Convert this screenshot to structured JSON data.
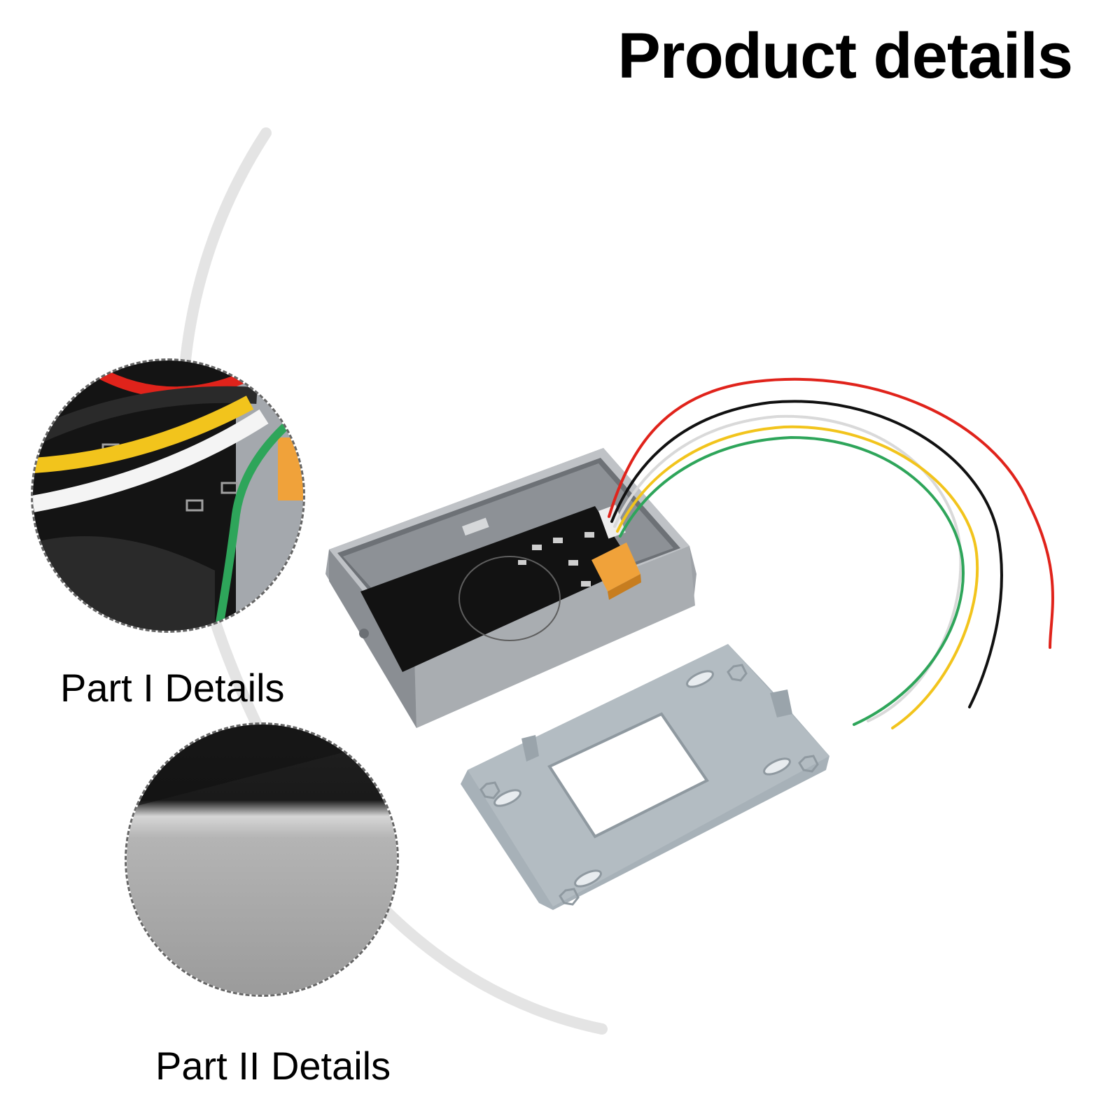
{
  "page": {
    "title": "Product details",
    "captions": {
      "part1": "Part I Details",
      "part2": "Part II Details"
    }
  },
  "colors": {
    "housing": "#a6aaae",
    "housing_dark": "#8c9095",
    "bracket": "#a7b1b8",
    "pcb": "#111111",
    "relay": "#f0a23a",
    "wire_red": "#e0231b",
    "wire_black": "#111111",
    "wire_yellow": "#f2c41c",
    "wire_white": "#f4f4f4",
    "wire_green": "#2ea55a",
    "arc": "#e4e4e4"
  },
  "detail_icons": {
    "part1": "pcb-wiring-closeup",
    "part2": "housing-edge-closeup"
  }
}
